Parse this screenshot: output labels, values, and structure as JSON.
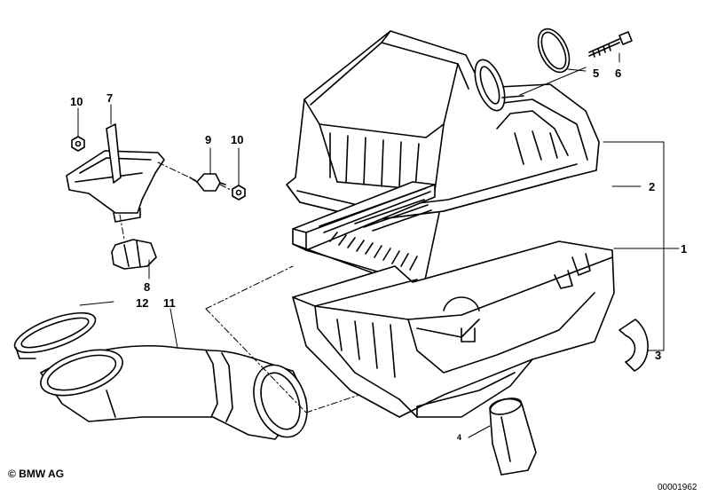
{
  "callouts": {
    "c1": "1",
    "c2": "2",
    "c3": "3",
    "c4": "4",
    "c5": "5",
    "c6": "6",
    "c7": "7",
    "c8": "8",
    "c9": "9",
    "c10a": "10",
    "c10b": "10",
    "c11": "11",
    "c12": "12"
  },
  "footer": {
    "copyright": "© BMW AG",
    "diagram_number": "00001962"
  }
}
